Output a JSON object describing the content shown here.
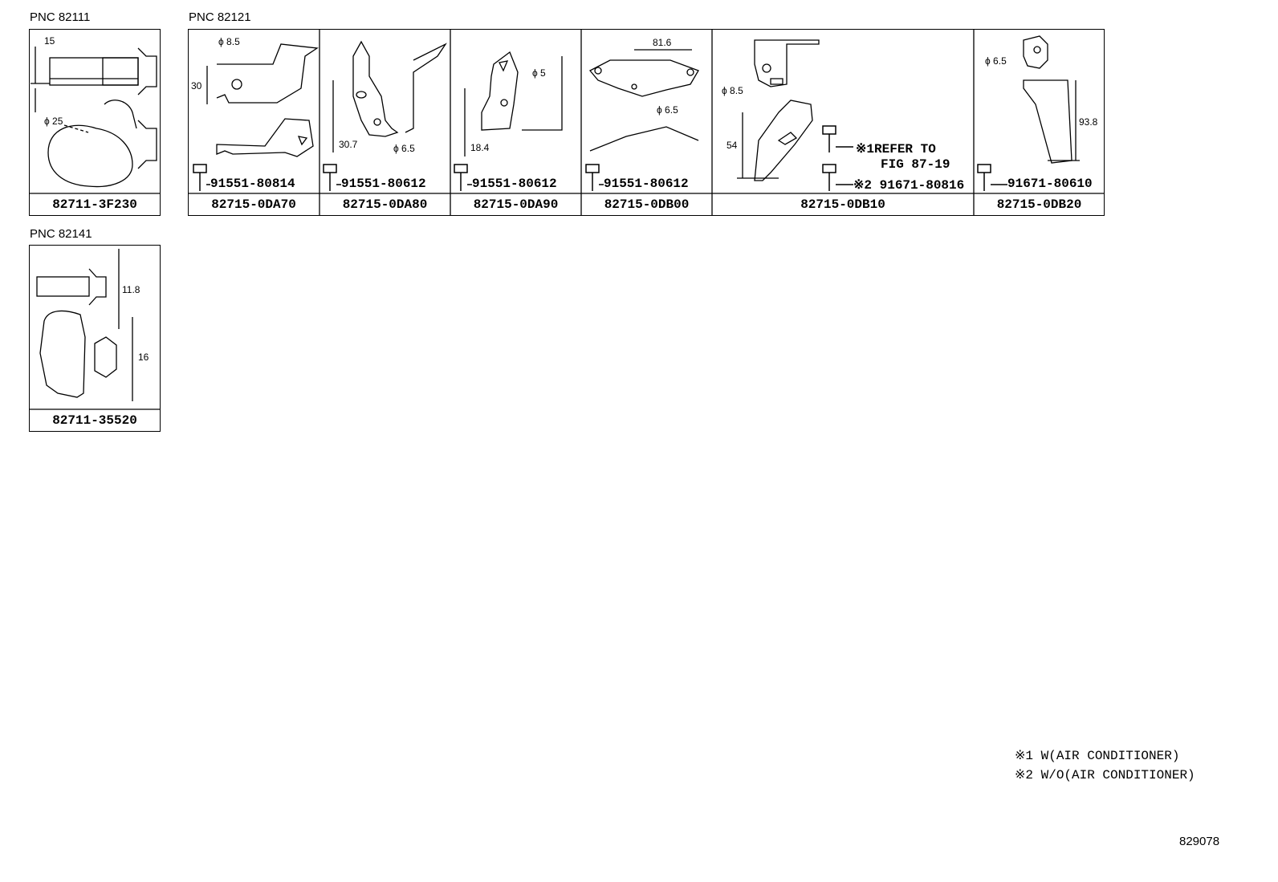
{
  "groups": {
    "g1": {
      "pnc": "PNC 82111",
      "part": "82711-3F230",
      "dims": [
        "15",
        "ϕ 25"
      ]
    },
    "g2": {
      "pnc": "PNC 82121"
    },
    "g3": {
      "pnc": "PNC 82141",
      "part": "82711-35520",
      "dims": [
        "11.8",
        "16"
      ]
    }
  },
  "cells": [
    {
      "part": "82715-0DA70",
      "bolt": "91551-80814",
      "dims": [
        "ϕ 8.5",
        "30"
      ]
    },
    {
      "part": "82715-0DA80",
      "bolt": "91551-80612",
      "dims": [
        "30.7",
        "ϕ 6.5"
      ]
    },
    {
      "part": "82715-0DA90",
      "bolt": "91551-80612",
      "dims": [
        "ϕ 5",
        "18.4"
      ]
    },
    {
      "part": "82715-0DB00",
      "bolt": "91551-80612",
      "dims": [
        "81.6",
        "ϕ 6.5"
      ]
    },
    {
      "part": "82715-0DB10",
      "bolt": "※2 91671-80816",
      "dims": [
        "ϕ 8.5",
        "54"
      ],
      "note1": "※1REFER TO",
      "note2": "FIG 87-19"
    },
    {
      "part": "82715-0DB20",
      "bolt": "91671-80610",
      "dims": [
        "ϕ 6.5",
        "93.8"
      ]
    }
  ],
  "legend": [
    "※1 W(AIR CONDITIONER)",
    "※2 W/O(AIR CONDITIONER)"
  ],
  "figure_id": "829078",
  "icons": [
    "bolt-icon"
  ]
}
